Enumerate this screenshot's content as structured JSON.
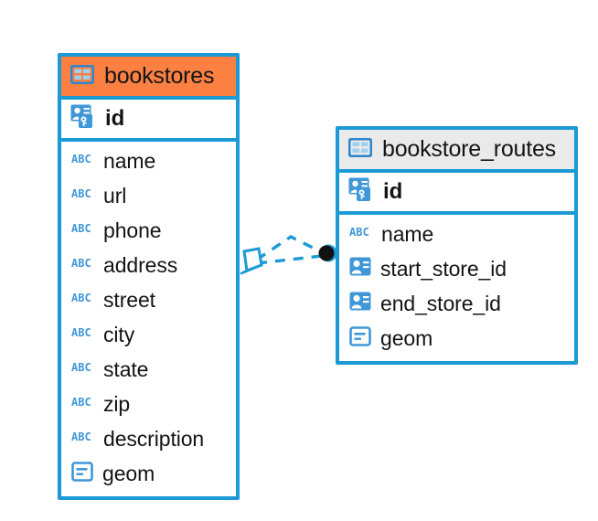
{
  "diagram": {
    "type": "entity-relationship-diagram",
    "background": "#ffffff",
    "colors": {
      "border": "#1b9ad6",
      "header_accent": "#fb8042",
      "header_plain": "#eaeaea",
      "icon_blue": "#3f97d8",
      "text": "#141414",
      "connector": "#1b9ad6",
      "endpoint": "#111111"
    }
  },
  "entities": [
    {
      "name": "bookstores",
      "header_style": "accent",
      "table_icon": "table-grid-icon",
      "primary_key": {
        "label": "id",
        "icon": "primary-key-icon"
      },
      "fields": [
        {
          "label": "name",
          "icon": "abc-text-icon"
        },
        {
          "label": "url",
          "icon": "abc-text-icon"
        },
        {
          "label": "phone",
          "icon": "abc-text-icon"
        },
        {
          "label": "address",
          "icon": "abc-text-icon"
        },
        {
          "label": "street",
          "icon": "abc-text-icon"
        },
        {
          "label": "city",
          "icon": "abc-text-icon"
        },
        {
          "label": "state",
          "icon": "abc-text-icon"
        },
        {
          "label": "zip",
          "icon": "abc-text-icon"
        },
        {
          "label": "description",
          "icon": "abc-text-icon"
        },
        {
          "label": "geom",
          "icon": "geometry-icon"
        }
      ]
    },
    {
      "name": "bookstore_routes",
      "header_style": "plain",
      "table_icon": "table-grid-icon",
      "primary_key": {
        "label": "id",
        "icon": "primary-key-icon"
      },
      "fields": [
        {
          "label": "name",
          "icon": "abc-text-icon"
        },
        {
          "label": "start_store_id",
          "icon": "foreign-key-icon"
        },
        {
          "label": "end_store_id",
          "icon": "foreign-key-icon"
        },
        {
          "label": "geom",
          "icon": "geometry-icon"
        }
      ]
    }
  ],
  "relationship": {
    "from_entity": "bookstores",
    "to_entity": "bookstore_routes",
    "line_style": "dashed",
    "source_marker": "diamond-marker",
    "target_marker": "filled-circle-marker",
    "cardinality": "one-to-many"
  }
}
